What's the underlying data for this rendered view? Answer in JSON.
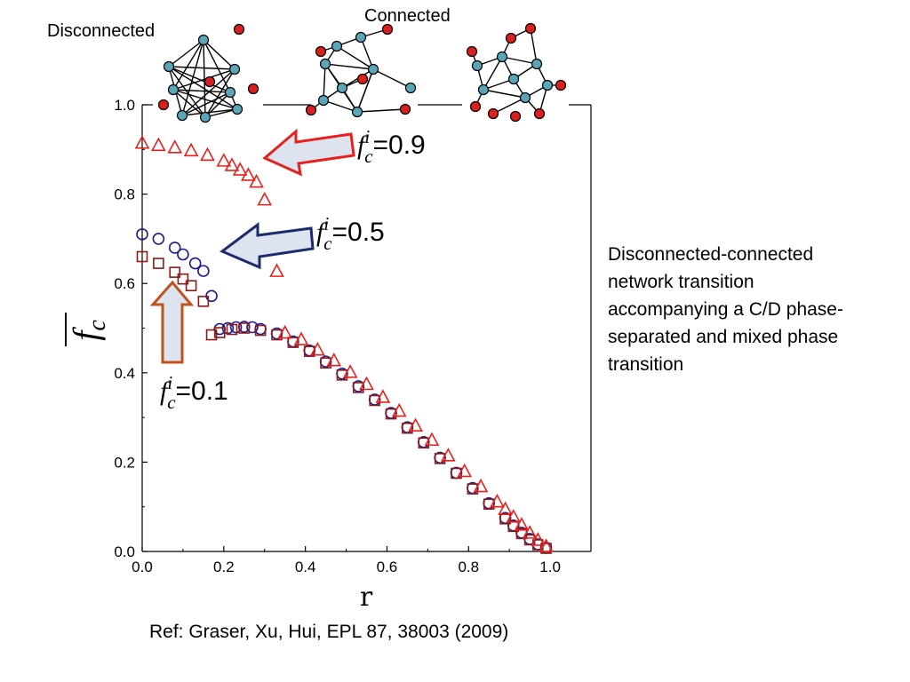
{
  "labels": {
    "disconnected": "Disconnected",
    "connected": "Connected",
    "side_note": "Disconnected-connected network transition accompanying a C/D phase-separated and mixed phase transition",
    "reference": "Ref: Graser, Xu, Hui, EPL 87, 38003 (2009)"
  },
  "annotations": [
    {
      "symbol": "f",
      "sub": "c",
      "sup": "i",
      "value": "=0.9",
      "color": "#e8201c"
    },
    {
      "symbol": "f",
      "sub": "c",
      "sup": "i",
      "value": "=0.5",
      "color": "#1a2c6e"
    },
    {
      "symbol": "f",
      "sub": "c",
      "sup": "i",
      "value": "=0.1",
      "color": "#c0521e"
    }
  ],
  "network_icons": [
    "disconnected-network",
    "connected-network",
    "connected-network"
  ],
  "colors": {
    "node_blue": "#5aa6b8",
    "node_red": "#d92020",
    "arrow_fill": "#dde4ef"
  },
  "chart_data": {
    "type": "scatter",
    "xlabel": "r",
    "ylabel": "f̄c",
    "xlim": [
      0.0,
      1.1
    ],
    "ylim": [
      0.0,
      1.0
    ],
    "xticks": [
      "0.0",
      "0.2",
      "0.4",
      "0.6",
      "0.8",
      "1.0"
    ],
    "yticks": [
      "0.0",
      "0.2",
      "0.4",
      "0.6",
      "0.8",
      "1.0"
    ],
    "grid": false,
    "series": [
      {
        "marker": "circle",
        "color": "#1a1a8c",
        "x": [
          0.0,
          0.04,
          0.08,
          0.1,
          0.13,
          0.15,
          0.17,
          0.19,
          0.21,
          0.23,
          0.25,
          0.27,
          0.29,
          0.33,
          0.37,
          0.41,
          0.45,
          0.49,
          0.53,
          0.57,
          0.61,
          0.65,
          0.69,
          0.73,
          0.77,
          0.81,
          0.85,
          0.89,
          0.91,
          0.93,
          0.95,
          0.97,
          0.99
        ],
        "y": [
          0.71,
          0.7,
          0.68,
          0.665,
          0.645,
          0.628,
          0.572,
          0.498,
          0.5,
          0.502,
          0.503,
          0.502,
          0.498,
          0.488,
          0.47,
          0.45,
          0.425,
          0.398,
          0.37,
          0.34,
          0.31,
          0.278,
          0.245,
          0.21,
          0.176,
          0.142,
          0.108,
          0.075,
          0.058,
          0.042,
          0.028,
          0.016,
          0.008
        ]
      },
      {
        "marker": "square",
        "color": "#8b1a1a",
        "x": [
          0.0,
          0.04,
          0.08,
          0.1,
          0.12,
          0.15,
          0.17,
          0.19,
          0.22,
          0.25,
          0.29,
          0.33,
          0.37,
          0.41,
          0.45,
          0.49,
          0.53,
          0.57,
          0.61,
          0.65,
          0.69,
          0.73,
          0.77,
          0.81,
          0.85,
          0.89,
          0.91,
          0.93,
          0.95,
          0.97,
          0.99
        ],
        "y": [
          0.66,
          0.645,
          0.625,
          0.61,
          0.595,
          0.56,
          0.485,
          0.49,
          0.497,
          0.5,
          0.495,
          0.485,
          0.468,
          0.448,
          0.422,
          0.395,
          0.367,
          0.338,
          0.308,
          0.276,
          0.243,
          0.208,
          0.175,
          0.14,
          0.106,
          0.073,
          0.056,
          0.04,
          0.026,
          0.015,
          0.007
        ]
      },
      {
        "marker": "triangle",
        "color": "#e8201c",
        "x": [
          0.0,
          0.04,
          0.08,
          0.12,
          0.16,
          0.2,
          0.22,
          0.24,
          0.26,
          0.28,
          0.3,
          0.33,
          0.35,
          0.39,
          0.43,
          0.47,
          0.51,
          0.55,
          0.59,
          0.63,
          0.67,
          0.71,
          0.75,
          0.79,
          0.83,
          0.87,
          0.89,
          0.91,
          0.93,
          0.95,
          0.97,
          0.99
        ],
        "y": [
          0.915,
          0.91,
          0.905,
          0.898,
          0.888,
          0.875,
          0.865,
          0.855,
          0.843,
          0.828,
          0.788,
          0.628,
          0.49,
          0.475,
          0.452,
          0.428,
          0.402,
          0.375,
          0.346,
          0.315,
          0.282,
          0.25,
          0.215,
          0.18,
          0.146,
          0.112,
          0.095,
          0.078,
          0.06,
          0.042,
          0.026,
          0.012
        ]
      }
    ]
  }
}
